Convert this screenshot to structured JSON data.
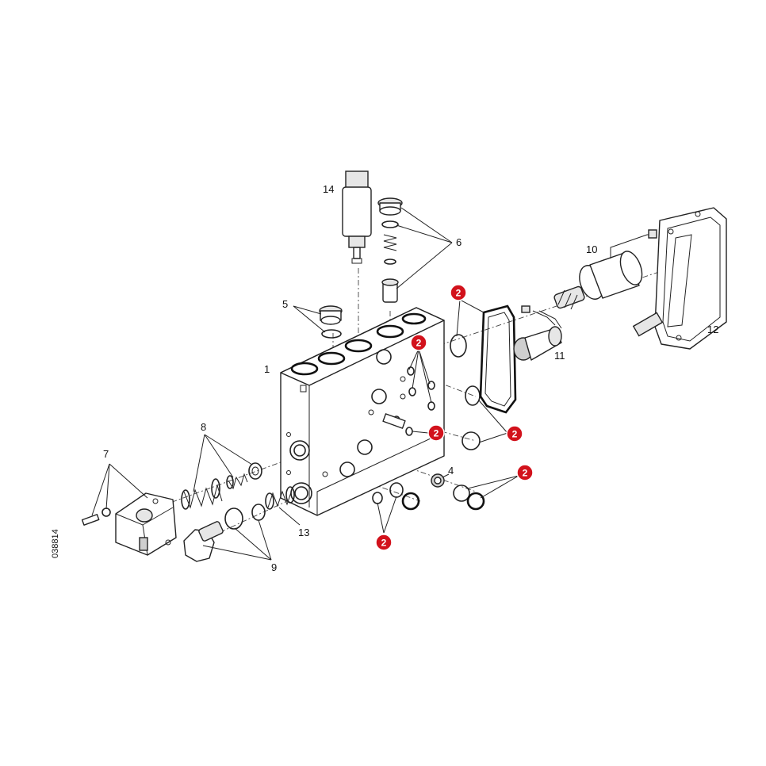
{
  "diagram": {
    "drawing_number": "038814",
    "part_labels": {
      "p1": "1",
      "p4": "4",
      "p5": "5",
      "p6": "6",
      "p7": "7",
      "p8": "8",
      "p9": "9",
      "p10": "10",
      "p11": "11",
      "p12": "12",
      "p13": "13",
      "p14": "14"
    },
    "badges": {
      "b1": "2",
      "b2": "2",
      "b3": "2",
      "b4": "2",
      "b5": "2",
      "b6": "2"
    },
    "colors": {
      "badge": "#d2121c",
      "line": "#222222"
    }
  }
}
